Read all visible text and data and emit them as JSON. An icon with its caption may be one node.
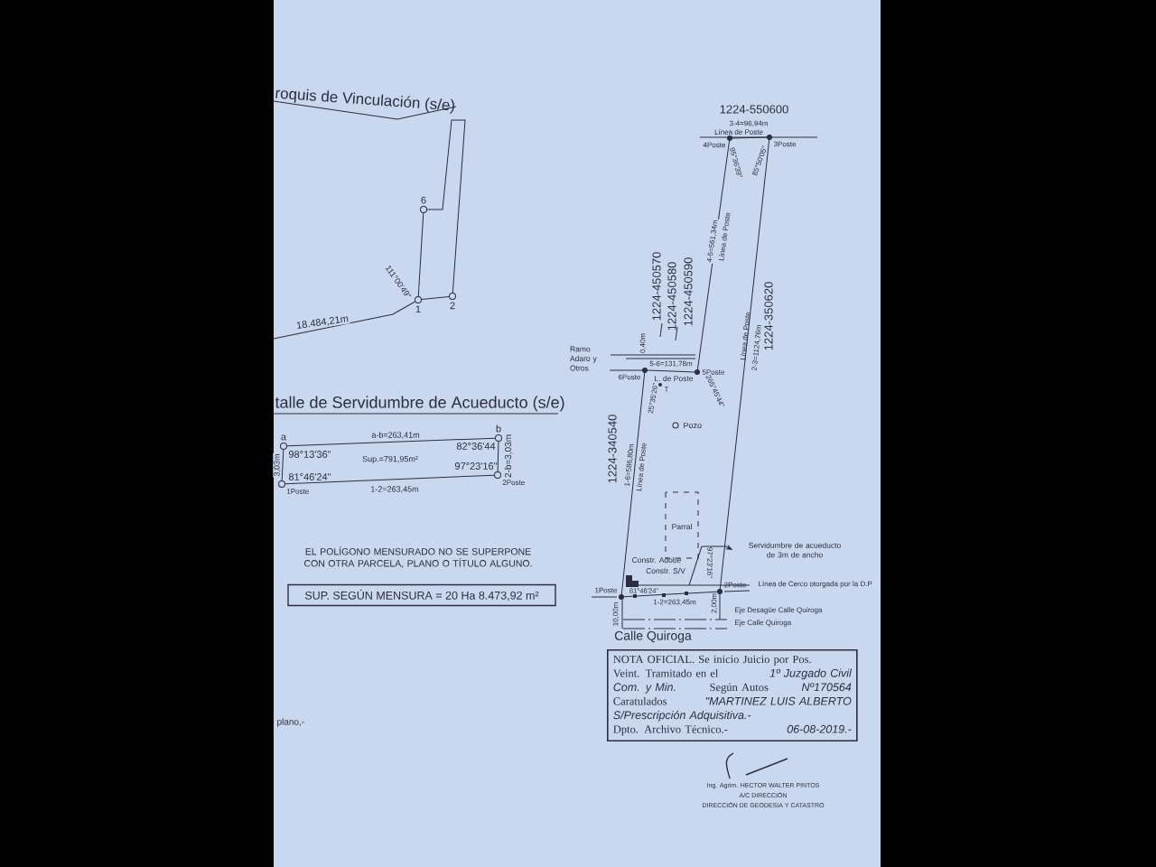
{
  "diagram": {
    "nodes": [
      {
        "text": [
          "6"
        ]
      },
      {
        "text": [
          "1"
        ]
      },
      {
        "text": [
          "2"
        ]
      },
      {
        "text": [
          "a"
        ]
      },
      {
        "text": [
          "b"
        ]
      },
      {
        "text": [
          "1Poste"
        ]
      },
      {
        "text": [
          "2Poste"
        ]
      },
      {
        "text": [
          "4Poste"
        ]
      },
      {
        "text": [
          "3Poste"
        ]
      },
      {
        "text": [
          "5Poste"
        ]
      },
      {
        "text": [
          "6Poste"
        ]
      },
      {
        "text": [
          "1Poste"
        ]
      },
      {
        "text": [
          "2Poste"
        ]
      },
      {
        "text": [
          "SUP. SEGÚN MENSURA = 20 Ha 8.473,92 m²"
        ]
      },
      {
        "text": [
          "NOTA OFICIAL. Se inicio Juicio por Pos.",
          "Veint. Tramitado en el",
          "1º Juzgado Civil",
          "Com. y Min.",
          "Según Autos",
          "Nº170564",
          "Caratulados",
          "\"MARTINEZ LUIS ALBERTO",
          "S/Prescripción Adquisitiva.-",
          "Dpto. Archivo Técnico.-",
          "06-08-2019.-"
        ]
      },
      {
        "text": [
          "Servidumbre de acueducto de 3m de ancho"
        ]
      },
      {
        "text": [],
        "shape": "box"
      }
    ],
    "edges": [
      {
        "from": 1,
        "to": 0,
        "arrow": "none"
      },
      {
        "from": 1,
        "to": 2,
        "arrow": "none"
      },
      {
        "from": null,
        "to": 1,
        "arrow": "none",
        "label": "18.484,21m"
      },
      {
        "from": 3,
        "to": 4,
        "arrow": "none",
        "label": "a-b=263,41m"
      },
      {
        "from": 5,
        "to": 6,
        "arrow": "none",
        "label": "1-2=263,45m"
      },
      {
        "from": 6,
        "to": 4,
        "arrow": "none",
        "label": "2-b=3,03m"
      },
      {
        "from": 5,
        "to": 3,
        "arrow": "none",
        "label": "3,03m"
      },
      {
        "from": 7,
        "to": 8,
        "arrow": "none",
        "label": "3-4=96,94m"
      },
      {
        "from": 8,
        "to": 12,
        "arrow": "none",
        "label": "2-3=1124,76m"
      },
      {
        "from": 7,
        "to": 9,
        "arrow": "none",
        "label": "4-5=561,34m"
      },
      {
        "from": 9,
        "to": 10,
        "arrow": "none",
        "label": "5-6=131,78m"
      },
      {
        "from": 10,
        "to": 11,
        "arrow": "none",
        "label": "1-6=586,80m"
      },
      {
        "from": 11,
        "to": 12,
        "arrow": "none",
        "label": "1-2=263,45m"
      },
      {
        "from": 16,
        "to": 15,
        "arrow": "to"
      },
      {
        "from": 0,
        "to": 2,
        "arrow": "none"
      }
    ],
    "labels": [
      "roquis de Vinculación (s/e)",
      "111°00'49\"",
      "talle de Servidumbre de Acueducto (s/e)",
      "98°13'36\"",
      "81°46'24\"",
      "Sup.=791,95m²",
      "82°36'44",
      "97°23'16\"",
      "EL POLÍGONO MENSURADO NO SE SUPERPONE CON OTRA PARCELA, PLANO O TÍTULO ALGUNO.",
      "1224-550600",
      "Línea de Poste",
      "95°36'39\"",
      "85°50'05\"",
      "Línea de Poste",
      "1224-450570",
      "1224-450580",
      "1224-450590",
      "0,40m",
      "Ramo Adaro y Otros",
      "L. de Poste",
      "T",
      "25°35'26\"",
      "265°45'44\"",
      "Línea de Poste",
      "1224-350620",
      "1224-340540",
      "Línea de Poste",
      "Pozo",
      "Parral",
      "Constr. Adobe",
      "Constr. S/V",
      "81°46'24\"",
      "97°23'16\"",
      "Línea de Cerco otorgada por la D.P",
      "10,00m",
      "2,00m",
      "Eje Desagüe Calle Quiroga",
      "Eje Calle Quiroga",
      "Calle Quiroga",
      "plano,-",
      "Ing. Agrim. HECTOR WALTER PINTOS",
      "A/C DIRECCIÓN",
      "DIRECCIÓN DE GEODESIA Y CATASTRO"
    ]
  }
}
